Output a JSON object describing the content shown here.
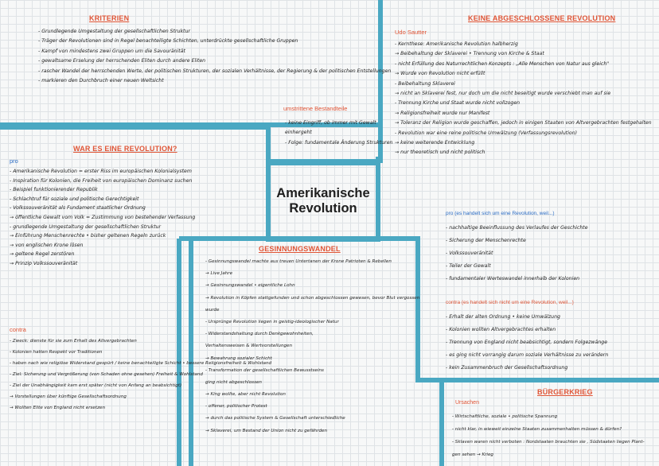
{
  "colors": {
    "heading": "#e05536",
    "pro": "#2b6cc4",
    "contra": "#e05536",
    "line": "#4aa8c2",
    "text": "#1e1e1e"
  },
  "center": {
    "line1": "Amerikanische",
    "line2": "Revolution"
  },
  "kriterien": {
    "title": "KRITERIEN",
    "lines": [
      "- Grundlegende Umgestaltung der gesellschaftlichen Struktur",
      "- Träger der Revolutionen sind in Regel benachteiligte Schichten, unterdrückte gesellschaftliche Gruppen",
      "- Kampf von mindestens zwei Gruppen um die Savouränität",
      "- gewaltsame Erselung der herrschenden Eliten durch andere Eliten",
      "- rascher Wandel der herrschenden Werte, der politischen Strukturen, der sozialen Verhältnisse, der Regierung & der politischen Entstellungen",
      "- markieren den Durchbruch einer neuen Weltsicht"
    ]
  },
  "umstrittene": {
    "title": "umstrittene Bestandteile",
    "lines": [
      "- keine Eingriff, ob immer mit Gewalt",
      "  einhergeht",
      "- Folge: fundamentale Änderung Strukturen"
    ]
  },
  "keine": {
    "title": "KEINE ABGESCHLOSSENE REVOLUTION",
    "author": "Udo Sautter",
    "lines": [
      "- Kernthese: Amerikanische Revolution halbherzig",
      "     → Beibehaltung der Sklaverei • Trennung von Kirche & Staat",
      "- nicht Erfüllung des Naturrechtlichen Konzepts : „Alle Menschen von Natur aus gleich\"",
      "     → Wurde von Revolution nicht erfüllt",
      "- Beibehaltung Sklaverei",
      "     → nicht an Sklaverei fest, nur doch um die nicht beseitigt wurde verschiebt man auf sie",
      "- Trennung Kirche und Staat wurde nicht vollzogen",
      "  → Religionsfreiheit wurde nur Manifest",
      "  → Toleranz der Religion wurde geschaffen, jedoch in einigen Staaten von Altvergebrachten festgehalten",
      "- Revolution war eine reine politische Umwälzung (Verfassungsrevolution)",
      "     → keine weiterende Entwicklung",
      "     → nur theoretisch und nicht politisch"
    ],
    "pro_title": "pro (es handelt sich um eine Revolution, weil...)",
    "pro_lines": [
      "- nachhaltige Beeinflussung des Verlaufes der Geschichte",
      "- Sicherung der Menschenrechte",
      "- Volkssouveränität",
      "- Teiler der Gewalt",
      "- fundamentaler Werteswandel innerhalb der Kolonien"
    ],
    "contra_title": "contra (es handelt sich nicht um eine Revolution, weil...)",
    "contra_lines": [
      "- Erhalt der alten Ordnung • keine Umwälzung",
      "- Kolonien wollten Altvergebrachtes erhalten",
      "- Trennung von England nicht beabsichtigt, sondern Folgezwänge",
      "- es ging nicht vorrangig darum soziale Verhältnisse zu verändern",
      "- kein Zusammenbruch der Gesellschaftsordnung"
    ]
  },
  "war": {
    "title": "WAR ES EINE REVOLUTION?",
    "pro_title": "pro",
    "pro_lines": [
      "- Amerikanische Revolution = erster Riss im europäischen Kolonialsystem",
      "- Inspiration für Kolonien, die Freiheit von europäischen Dominanz suchen",
      "- Beispiel funktionierender Republik",
      "- Schlachtruf für soziale und politische Gerechtigkeit",
      "- Volkssouveränität als Fundament staatlicher Ordnung",
      "   → öffentliche Gewalt vom Volk = Zustimmung von bestehender Verfassung",
      "- grundlegende Umgestaltung der gesellschaftlichen Struktur",
      "   → Einführung Menschenrechte • bisher geltenen Regeln zurück",
      "   → von englischen Krone lösen",
      "   → geltene Regel zerstören",
      "   → Prinzip Volkssouveränität"
    ],
    "contra_title": "contra",
    "contra_lines": [
      "- Zweck: dienste für sie zum Erhalt des Altvergebrachten",
      "- Kolonien hatten Respekt vor Traditionen",
      "- haben nach wie religiöse Widerstand gespürt / keine benachteiligte Schicht • bessere Religionsfreiheit & Wohlstand",
      "- Ziel: Sicherung und Vergrößerung (von Schaden ohne gesehen) Freiheit & Wohlstand",
      "- Ziel der Unabhängigkeit kam erst später (nicht von Anfang an beabsichtigt)",
      "   → Vorstellungen über künftige Gesellschaftsordnung",
      "   → Wollten Elite von England nicht ersetzen"
    ]
  },
  "gesinnung": {
    "title": "GESINNUNGSWANDEL",
    "lines": [
      "- Gesinnungswandel machte aus treuen Untertanen der Krone Patrioten & Rebellen",
      "   → Live Jahre",
      "   → Gesinnungswandel • eigentliche Lohn",
      "   → Revolution in Köpfen stattgefunden und schon abgeschlossen gewesen, bevor Blut vergossen",
      "     wurde",
      "- Ursprünge Revolution liegen in geistig-ideologischer Natur",
      "     - Widerstandshaltung durch Denkgewohnheiten,",
      "       Verhaltensweisen & Wertvorstellungen",
      "       → Bewahrung sozialer Schicht",
      "     - Transformation der gesellschaftlichen Bewusstseins",
      "       ging nicht abgeschlossen",
      "       → King wollte, aber nicht Revolution",
      "     - offener, politischer Protest",
      "       → durch das politische System & Gesellschaft unterschiedliche",
      "       → Sklaverei, um Bestand der Union nicht zu gefährden"
    ]
  },
  "buerger": {
    "title": "BÜRGERKRIEG",
    "sub": "Ursachen",
    "lines": [
      "- Wirtschaftliche, soziale • politische Spannung",
      "- nicht klar, in wieweit einzelne Staaten zusammenhalten müssen & dürfen?",
      "- Sklaven waren nicht verboten : Nordstaaten brauchten sie , Südstaaten liegen Plant-",
      "  gen sehen → Krieg"
    ]
  }
}
